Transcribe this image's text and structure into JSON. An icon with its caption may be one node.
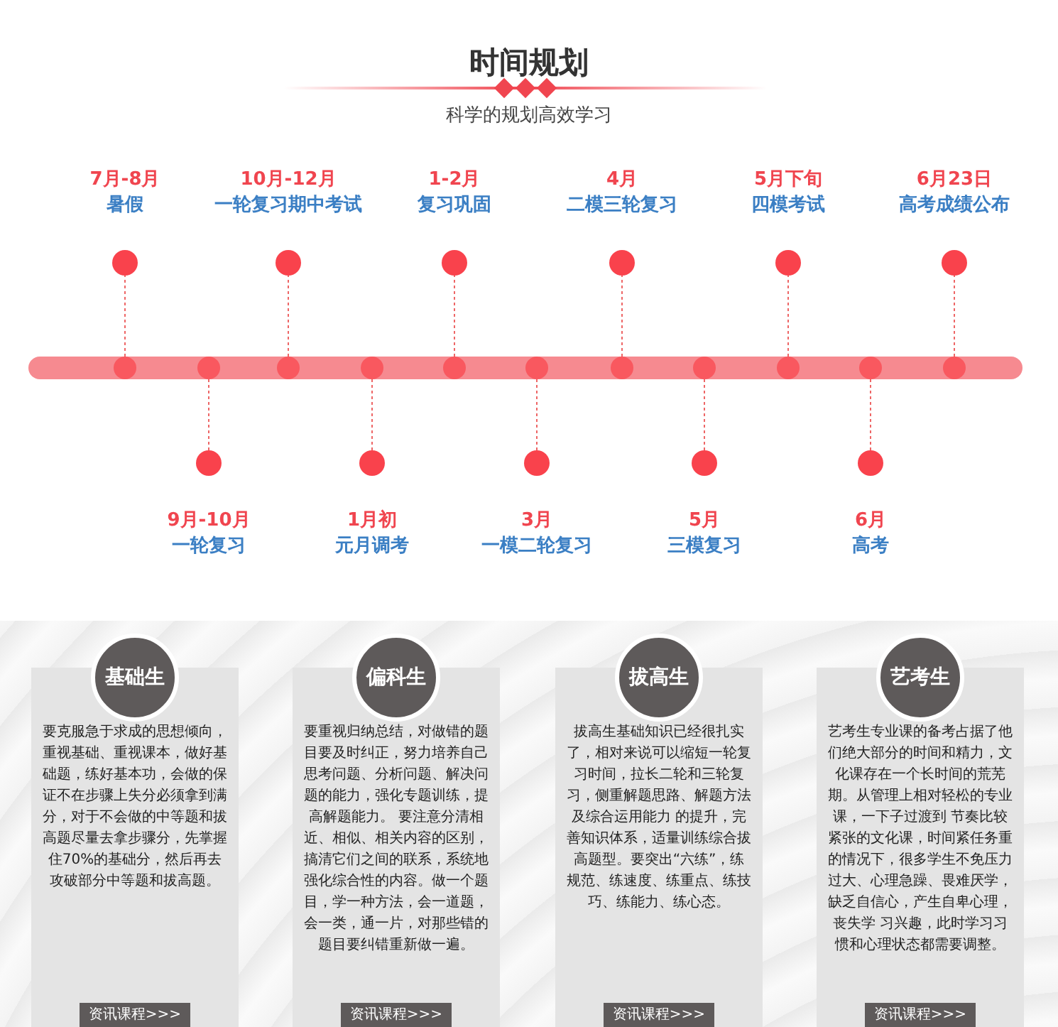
{
  "diagram": {
    "title": "时间规划",
    "nodes": [
      {
        "text": [
          "7月-8月",
          "暑假"
        ]
      },
      {
        "text": [
          "9月-10月",
          "一轮复习"
        ]
      },
      {
        "text": [
          "10月-12月",
          "一轮复习期中考试"
        ]
      },
      {
        "text": [
          "1月初",
          "元月调考"
        ]
      },
      {
        "text": [
          "1-2月",
          "复习巩固"
        ]
      },
      {
        "text": [
          "3月",
          "一模二轮复习"
        ]
      },
      {
        "text": [
          "4月",
          "二模三轮复习"
        ]
      },
      {
        "text": [
          "5月",
          "三模复习"
        ]
      },
      {
        "text": [
          "5月下旬",
          "四模考试"
        ]
      },
      {
        "text": [
          "6月",
          "高考"
        ]
      },
      {
        "text": [
          "6月23日",
          "高考成绩公布"
        ]
      },
      {
        "text": [
          "基础生",
          "要克服急于求成的思想倾向，重视基础、重视课本，做好基础题，练好基本功，会做的保证不在步骤上失分必须拿到满分，对于不会做的中等题和拔高题尽量去拿步骤分，先掌握住70%的基础分，然后再去攻破部分中等题和拔高题。"
        ]
      },
      {
        "text": [
          "偏科生",
          "要重视归纳总结，对做错的题目要及时纠正，努力培养自己思考问题、分析问题、解决问题的能力，强化专题训练，提高解题能力。 要注意分清相近、相似、相关内容的区别，搞清它们之间的联系，系统地强化综合性的内容。做一个题目，学一种方法，会一道题，会一类，通一片，对那些错的题目要纠错重新做一遍。"
        ]
      },
      {
        "text": [
          "拔高生",
          "拔高生基础知识已经很扎实了，相对来说可以缩短一轮复习时间，拉长二轮和三轮复习，侧重解题思路、解题方法及综合运用能力 的提升，完善知识体系，适量训练综合拔高题型。要突出“六练”，练规范、练速度、练重点、练技巧、练能力、练心态。"
        ]
      },
      {
        "text": [
          "艺考生",
          "艺考生专业课的备考占据了他们绝大部分的时间和精力，文化课存在一个长时间的荒芜期。从管理上相对轻松的专业课，一下子过渡到 节奏比较紧张的文化课，时间紧任务重的情况下，很多学生不免压力过大、心理急躁、畏难厌学，缺乏自信心，产生自卑心理，丧失学 习兴趣，此时学习习惯和心理状态都需要调整。"
        ]
      },
      {
        "text": [
          "资讯课程>>>"
        ],
        "in": 11
      },
      {
        "text": [
          "资讯课程>>>"
        ],
        "in": 12
      },
      {
        "text": [
          "资讯课程>>>"
        ],
        "in": 13
      },
      {
        "text": [
          "资讯课程>>>"
        ],
        "in": 14
      },
      {
        "text": [],
        "shape": "bar"
      }
    ],
    "labels": [
      "科学的规划高效学习"
    ]
  }
}
